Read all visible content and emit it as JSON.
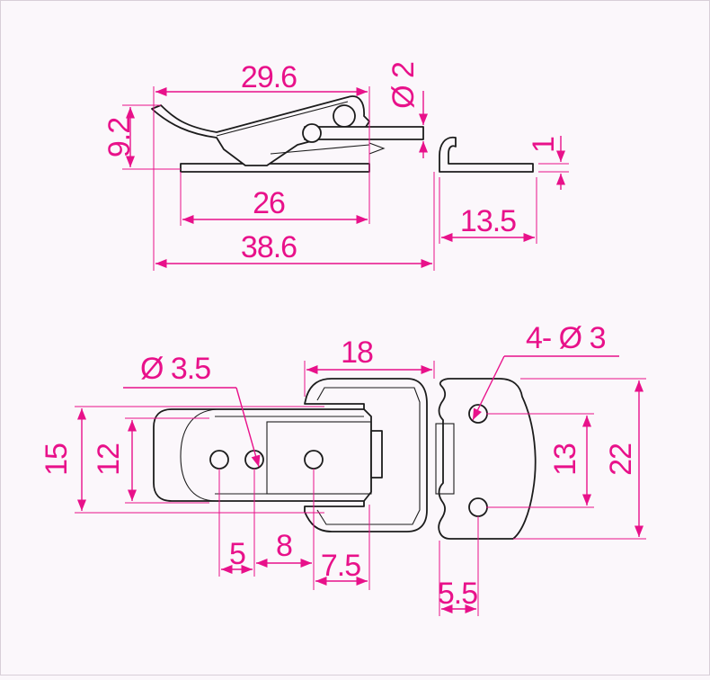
{
  "diagram": {
    "line_color": "#e8118a",
    "part_color": "#1c1c1c",
    "background": "#fbf7fb",
    "side_view": {
      "dim_overall_width": "29.6",
      "dim_height": "9.2",
      "dim_pin": "Ø 2",
      "dim_base": "26",
      "dim_total": "38.6",
      "dim_catch_width": "13.5",
      "dim_thickness": "1"
    },
    "top_view": {
      "dim_hole": "Ø 3.5",
      "dim_frame_width": "18",
      "dim_catch_holes": "4- Ø 3",
      "dim_outer_height": "15",
      "dim_inner_height": "12",
      "dim_hole_spacing_1": "5",
      "dim_hole_spacing_2": "8",
      "dim_hole_spacing_3": "7.5",
      "dim_catch_hole_pitch": "13",
      "dim_catch_height": "22",
      "dim_catch_offset": "5.5"
    }
  }
}
